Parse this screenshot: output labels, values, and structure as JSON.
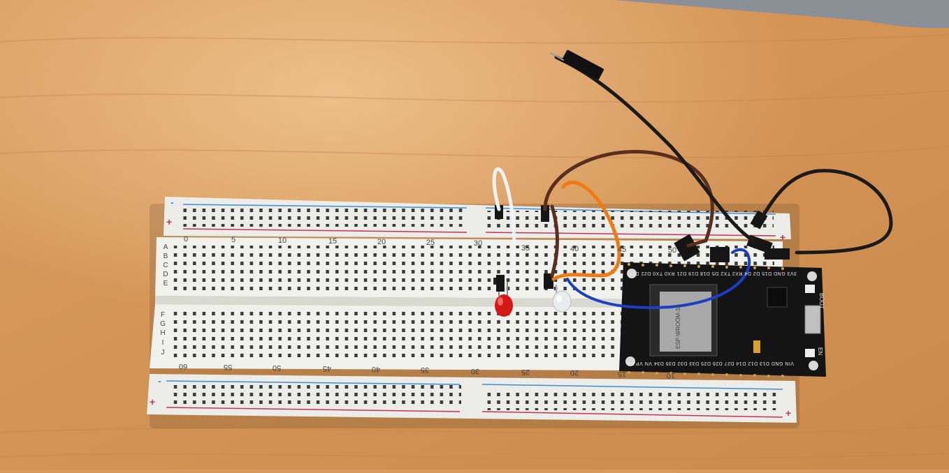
{
  "breadboard": {
    "rows_top": [
      "A",
      "B",
      "C",
      "D",
      "E"
    ],
    "rows_bottom": [
      "F",
      "G",
      "H",
      "I",
      "J"
    ],
    "col_labels_top": [
      "0",
      "5",
      "10",
      "15",
      "20",
      "25",
      "30",
      "35",
      "40",
      "45",
      "50"
    ],
    "col_labels_bottom": [
      "60",
      "55",
      "50",
      "45",
      "40",
      "35",
      "30",
      "25",
      "20",
      "15",
      "10"
    ],
    "rail_plus": "+",
    "rail_minus": "-"
  },
  "esp32": {
    "top_pins": "3V3 GND D15 D2 D4 RX2 TX2 D5 D18 D19 D21 RX0 TX0 D22 D23",
    "bottom_pins": "VIN GND D13 D12 D14 D27 D26 D25 D33 D32 D35 D34 VN VP EN",
    "boot_label": "BOOT",
    "en_label": "EN",
    "module_text": "ESP-WROOM-32"
  },
  "components": {
    "led_color": "#d41818",
    "ldr_color": "#e9ecec"
  },
  "wires": {
    "white": "#f2f2f2",
    "brown": "#5a2e1e",
    "orange": "#ef7a14",
    "blue": "#1b3fc4",
    "black": "#1a1a1a"
  }
}
